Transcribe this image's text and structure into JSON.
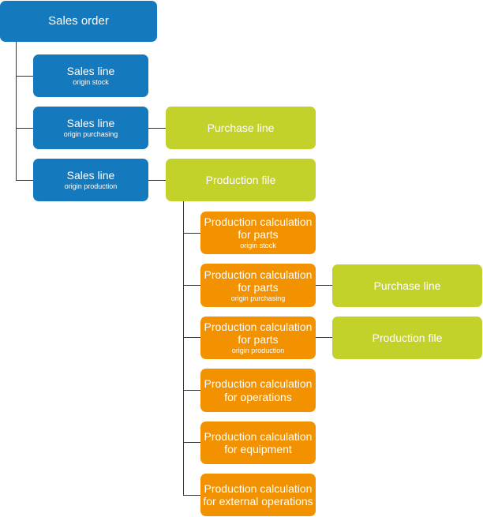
{
  "root": {
    "label": "Sales order"
  },
  "sales_lines": [
    {
      "label": "Sales line",
      "sub": "origin stock"
    },
    {
      "label": "Sales line",
      "sub": "origin purchasing"
    },
    {
      "label": "Sales line",
      "sub": "origin production"
    }
  ],
  "purchase_line": {
    "label": "Purchase line"
  },
  "production_file": {
    "label": "Production file"
  },
  "calculations": [
    {
      "line1": "Production calculation",
      "line2": "for parts",
      "sub": "origin stock"
    },
    {
      "line1": "Production calculation",
      "line2": "for parts",
      "sub": "origin purchasing"
    },
    {
      "line1": "Production calculation",
      "line2": "for parts",
      "sub": "origin production"
    },
    {
      "line1": "Production calculation",
      "line2": "for operations"
    },
    {
      "line1": "Production calculation",
      "line2": "for equipment"
    },
    {
      "line1": "Production calculation",
      "line2": "for external operations"
    }
  ],
  "sub_purchase_line": {
    "label": "Purchase line"
  },
  "sub_production_file": {
    "label": "Production file"
  },
  "colors": {
    "blue": "#1479bd",
    "green": "#c3d22a",
    "orange": "#f39200",
    "line": "#333333"
  }
}
